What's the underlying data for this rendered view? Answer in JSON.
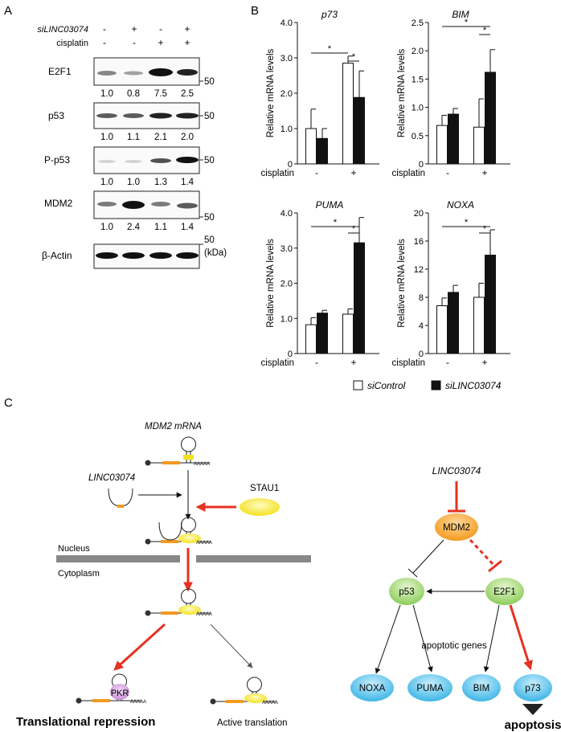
{
  "panel_labels": [
    "A",
    "B",
    "C"
  ],
  "panel_a": {
    "header_labels": [
      "siLINC03074",
      "cisplatin"
    ],
    "sign_rows": [
      [
        "-",
        "+",
        "-",
        "+"
      ],
      [
        "-",
        "-",
        "+",
        "+"
      ]
    ],
    "blots": [
      {
        "label": "E2F1",
        "values": [
          "1.0",
          "0.8",
          "7.5",
          "2.5"
        ],
        "marker": "50"
      },
      {
        "label": "p53",
        "values": [
          "1.0",
          "1.1",
          "2.1",
          "2.0"
        ],
        "marker": "50"
      },
      {
        "label": "P-p53",
        "values": [
          "1.0",
          "1.0",
          "1.3",
          "1.4"
        ],
        "marker": "50"
      },
      {
        "label": "MDM2",
        "values": [
          "1.0",
          "2.4",
          "1.1",
          "1.4"
        ],
        "marker": "50"
      },
      {
        "label": "β-Actin",
        "values": [],
        "marker": "50"
      }
    ],
    "kda_label": "(kDa)"
  },
  "panel_b": {
    "ylabel": "Relative mRNA levels",
    "xlabel": "cisplatin",
    "group_labels": [
      "-",
      "+"
    ],
    "sig_mark": "*",
    "legend": {
      "control": "siControl",
      "knockdown": "siLINC03074"
    }
  },
  "chart_data": [
    {
      "type": "bar",
      "title": "p73",
      "categories": [
        "-",
        "+"
      ],
      "series": [
        {
          "name": "siControl",
          "values": [
            1.0,
            2.85
          ],
          "errors": [
            0.55,
            0.2
          ]
        },
        {
          "name": "siLINC03074",
          "values": [
            0.72,
            1.88
          ],
          "errors": [
            0.28,
            0.75
          ]
        }
      ],
      "ylim": [
        0,
        4
      ],
      "yticks": [
        "0",
        "1.0",
        "2.0",
        "3.0",
        "4.0"
      ]
    },
    {
      "type": "bar",
      "title": "BIM",
      "categories": [
        "-",
        "+"
      ],
      "series": [
        {
          "name": "siControl",
          "values": [
            0.68,
            0.65
          ],
          "errors": [
            0.18,
            0.5
          ]
        },
        {
          "name": "siLINC03074",
          "values": [
            0.88,
            1.62
          ],
          "errors": [
            0.1,
            0.4
          ]
        }
      ],
      "ylim": [
        0,
        2.5
      ],
      "yticks": [
        "0",
        "0.5",
        "1.0",
        "1.5",
        "2.0",
        "2.5"
      ]
    },
    {
      "type": "bar",
      "title": "PUMA",
      "categories": [
        "-",
        "+"
      ],
      "series": [
        {
          "name": "siControl",
          "values": [
            0.82,
            1.12
          ],
          "errors": [
            0.2,
            0.15
          ]
        },
        {
          "name": "siLINC03074",
          "values": [
            1.15,
            3.15
          ],
          "errors": [
            0.08,
            0.72
          ]
        }
      ],
      "ylim": [
        0,
        4
      ],
      "yticks": [
        "0",
        "1.0",
        "2.0",
        "3.0",
        "4.0"
      ]
    },
    {
      "type": "bar",
      "title": "NOXA",
      "categories": [
        "-",
        "+"
      ],
      "series": [
        {
          "name": "siControl",
          "values": [
            6.8,
            8.0
          ],
          "errors": [
            1.1,
            2.0
          ]
        },
        {
          "name": "siLINC03074",
          "values": [
            8.7,
            14.0
          ],
          "errors": [
            1.0,
            3.6
          ]
        }
      ],
      "ylim": [
        0,
        20
      ],
      "yticks": [
        "0",
        "4",
        "8",
        "12",
        "16",
        "20"
      ]
    }
  ],
  "panel_c": {
    "mrna_label": "MDM2 mRNA",
    "lnc_label": "LINC03074",
    "stau_label": "STAU1",
    "nucleus_label": "Nucleus",
    "cytoplasm_label": "Cytoplasm",
    "pkr_label": "PKR",
    "polyA": "AAAAA",
    "repression_label": "Translational repression",
    "active_label": "Active translation",
    "net_lnc_label": "LINC03074",
    "net_nodes": {
      "mdm2": "MDM2",
      "p53": "p53",
      "e2f1": "E2F1",
      "noxa": "NOXA",
      "puma": "PUMA",
      "bim": "BIM",
      "p73": "p73"
    },
    "apoptotic_genes_label": "apoptotic genes",
    "apoptosis_label": "apoptosis",
    "colors": {
      "arrow_red": "#e53222",
      "node_orange": "#f29a1d",
      "node_green": "#8ccc5a",
      "node_blue": "#3db5e6",
      "stau_yellow": "#f4e120",
      "pkr_purple": "#c98fd8",
      "membrane_gray": "#888888"
    }
  }
}
